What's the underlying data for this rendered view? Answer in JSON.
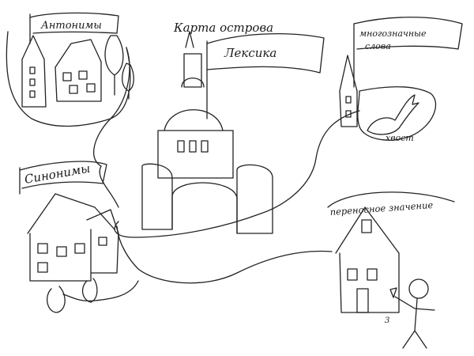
{
  "map": {
    "title": "Карта острова",
    "central_flag": "Лексика",
    "flags": {
      "antonyms": "Антонимы",
      "synonyms": "Синонимы",
      "polysemy_line1": "многозначные",
      "polysemy_line2": "слова",
      "figurative": "переносное значение"
    },
    "annotations": {
      "tail": "хвост",
      "number": "3"
    },
    "colors": {
      "ink": "#222222",
      "paper": "#ffffff"
    }
  }
}
